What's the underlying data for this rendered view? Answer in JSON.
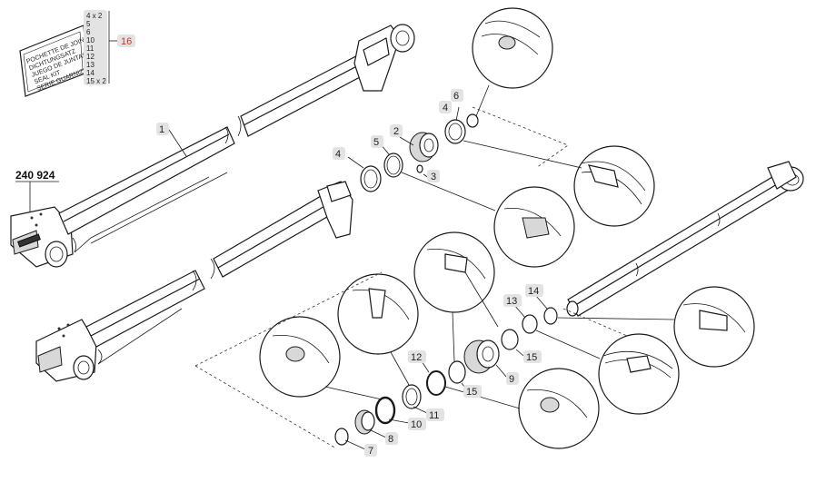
{
  "diagram": {
    "reference_number": "240 924",
    "seal_kit": {
      "label_lines": [
        "POCHETTE DE JOINTS",
        "DICHTUNGSATZ",
        "JUEGO DE JUNTAS",
        "SEAL KIT",
        "SERIE GUARNIZIONI"
      ],
      "contents": [
        "4 x 2",
        "5",
        "6",
        "10",
        "11",
        "12",
        "13",
        "14",
        "15 x 2"
      ],
      "callout": "16"
    },
    "callouts": [
      {
        "id": "1",
        "label": "1"
      },
      {
        "id": "2",
        "label": "2"
      },
      {
        "id": "3",
        "label": "3"
      },
      {
        "id": "4a",
        "label": "4"
      },
      {
        "id": "4b",
        "label": "4"
      },
      {
        "id": "5",
        "label": "5"
      },
      {
        "id": "6",
        "label": "6"
      },
      {
        "id": "7",
        "label": "7"
      },
      {
        "id": "8",
        "label": "8"
      },
      {
        "id": "9",
        "label": "9"
      },
      {
        "id": "10",
        "label": "10"
      },
      {
        "id": "11",
        "label": "11"
      },
      {
        "id": "12",
        "label": "12"
      },
      {
        "id": "13",
        "label": "13"
      },
      {
        "id": "14",
        "label": "14"
      },
      {
        "id": "15a",
        "label": "15"
      },
      {
        "id": "15b",
        "label": "15"
      }
    ]
  }
}
